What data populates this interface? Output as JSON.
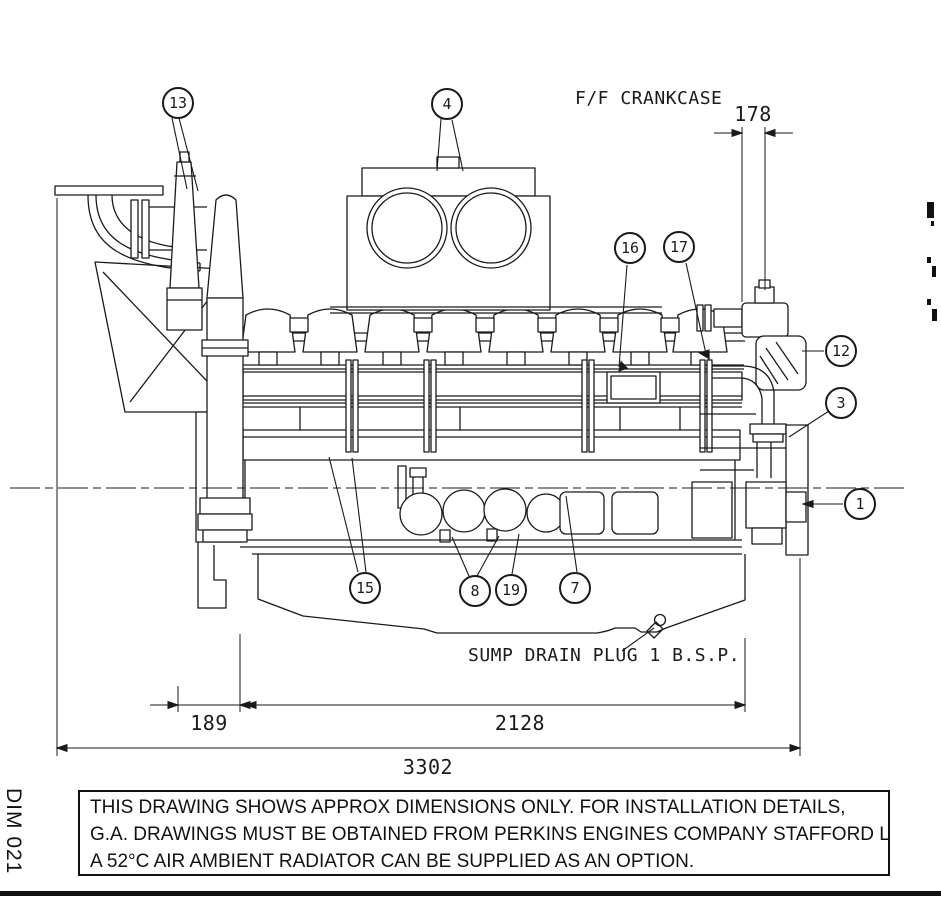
{
  "page": {
    "doc_code": "DIM 021"
  },
  "colors": {
    "line": "#1a1a1a",
    "background": "#ffffff",
    "bar": "#111111"
  },
  "drawing": {
    "crankcase_label": "F/F CRANKCASE",
    "sump_label": "SUMP DRAIN PLUG 1 B.S.P.",
    "dimensions": {
      "rear_offset": "178",
      "front_to_mount": "189",
      "mount_span": "2128",
      "overall_length": "3302"
    },
    "balloons": [
      {
        "label": "13"
      },
      {
        "label": "4"
      },
      {
        "label": "16"
      },
      {
        "label": "17"
      },
      {
        "label": "12"
      },
      {
        "label": "3"
      },
      {
        "label": "1"
      },
      {
        "label": "15"
      },
      {
        "label": "8"
      },
      {
        "label": "19"
      },
      {
        "label": "7"
      }
    ]
  },
  "note_box": {
    "lines": [
      "THIS DRAWING SHOWS APPROX DIMENSIONS ONLY. FOR INSTALLATION DETAILS,",
      "G.A. DRAWINGS MUST BE OBTAINED FROM PERKINS ENGINES COMPANY STAFFORD LTD",
      "A 52°C AIR AMBIENT RADIATOR CAN BE SUPPLIED AS AN OPTION."
    ]
  }
}
